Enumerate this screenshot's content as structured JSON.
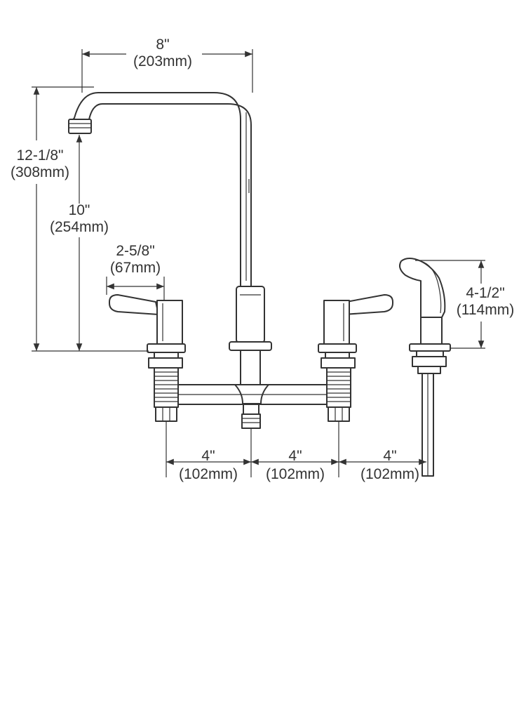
{
  "dimensions": {
    "spout_reach": {
      "imperial": "8\"",
      "metric": "(203mm)"
    },
    "overall_height": {
      "imperial": "12-1/8\"",
      "metric": "(308mm)"
    },
    "spout_height": {
      "imperial": "10\"",
      "metric": "(254mm)"
    },
    "handle_length": {
      "imperial": "2-5/8\"",
      "metric": "(67mm)"
    },
    "sprayer_height": {
      "imperial": "4-1/2\"",
      "metric": "(114mm)"
    },
    "spacing_left": {
      "imperial": "4\"",
      "metric": "(102mm)"
    },
    "spacing_center": {
      "imperial": "4\"",
      "metric": "(102mm)"
    },
    "spacing_right": {
      "imperial": "4\"",
      "metric": "(102mm)"
    }
  },
  "colors": {
    "line": "#333333",
    "background": "#ffffff"
  }
}
